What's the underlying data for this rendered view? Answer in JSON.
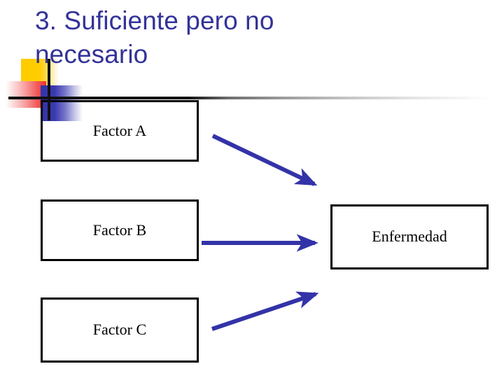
{
  "slide": {
    "title": "3. Suficiente pero no necesario",
    "title_color": "#333399",
    "background_color": "#ffffff"
  },
  "decoration": {
    "name": "powerpoint-template-corner-motif",
    "yellow_color": "#FFCC00",
    "red_color": "#F03030",
    "blue_color": "#3333A8",
    "rule_color": "#111111"
  },
  "diagram": {
    "type": "causal-flow",
    "arrow_color": "#3333A8",
    "box_border_color": "#000000",
    "nodes": [
      {
        "id": "factor-a",
        "label": "Factor A"
      },
      {
        "id": "factor-b",
        "label": "Factor B"
      },
      {
        "id": "factor-c",
        "label": "Factor C"
      },
      {
        "id": "enfermedad",
        "label": "Enfermedad"
      }
    ],
    "edges": [
      {
        "from": "factor-a",
        "to": "enfermedad",
        "direction": "down-right"
      },
      {
        "from": "factor-b",
        "to": "enfermedad",
        "direction": "right"
      },
      {
        "from": "factor-c",
        "to": "enfermedad",
        "direction": "up-right"
      }
    ]
  }
}
